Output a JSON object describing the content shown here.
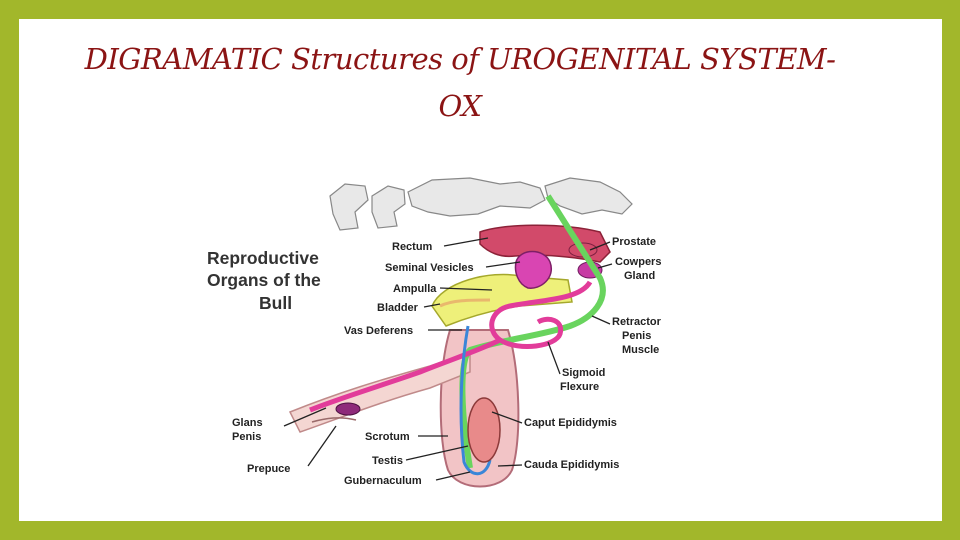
{
  "slide": {
    "title_line1": "DIGRAMATIC  Structures of UROGENITAL SYSTEM-",
    "title_line2": "OX"
  },
  "diagram": {
    "heading": [
      "Reproductive",
      "Organs of the",
      "Bull"
    ],
    "labels": {
      "rectum": "Rectum",
      "seminal_vesicles": "Seminal Vesicles",
      "ampulla": "Ampulla",
      "bladder": "Bladder",
      "vas_deferens": "Vas Deferens",
      "glans_penis_1": "Glans",
      "glans_penis_2": "Penis",
      "prepuce": "Prepuce",
      "scrotum": "Scrotum",
      "testis": "Testis",
      "gubernaculum": "Gubernaculum",
      "prostate": "Prostate",
      "cowpers_1": "Cowpers",
      "cowpers_2": "Gland",
      "retractor_1": "Retractor",
      "retractor_2": "Penis",
      "retractor_3": "Muscle",
      "sigmoid_1": "Sigmoid",
      "sigmoid_2": "Flexure",
      "caput_epididymis": "Caput Epididymis",
      "cauda_epididymis": "Cauda Epididymis"
    },
    "colors": {
      "border": "#a2b72b",
      "title": "#8b1414",
      "rectum": "#d24a6a",
      "bladder": "#eef07a",
      "penis": "#e23c9a",
      "retractor": "#69d45e",
      "vas": "#3a86d8",
      "skin": "#f4c9c2"
    }
  }
}
